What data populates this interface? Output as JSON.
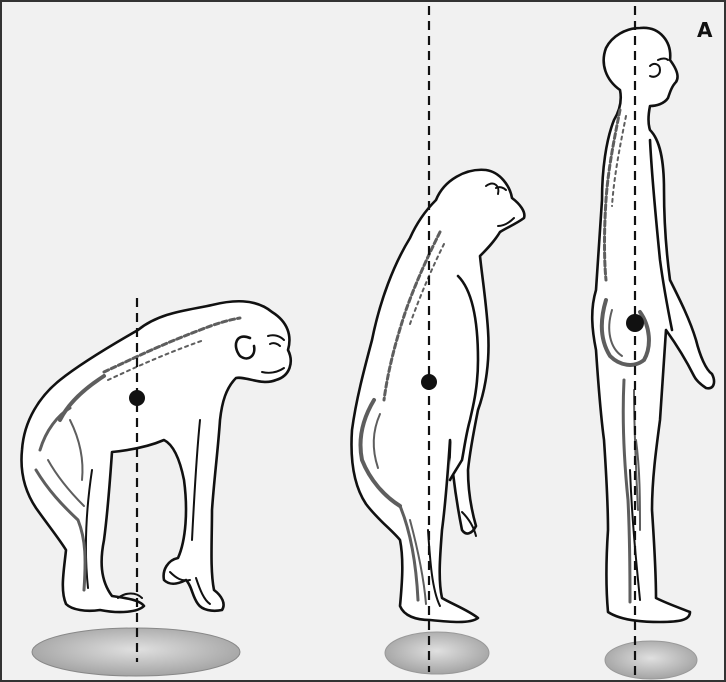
{
  "figure": {
    "panel_label": "A",
    "figures": [
      {
        "name": "chimpanzee-quadrupedal"
      },
      {
        "name": "hominin-semi-upright"
      },
      {
        "name": "human-upright"
      }
    ],
    "colors": {
      "background": "#f1f1f1",
      "outline": "#111111",
      "body_fill": "#ffffff",
      "spine_skeleton": "#6a6a6a",
      "center_of_mass": "#111111",
      "ground_patch": "#b5b5b5"
    }
  }
}
